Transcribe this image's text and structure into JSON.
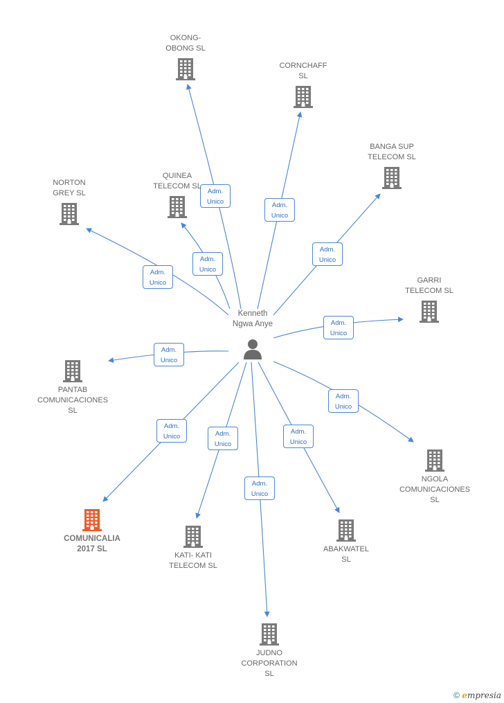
{
  "center": {
    "label_line1": "Kenneth",
    "label_line2": "Ngwa Anye"
  },
  "role": {
    "line1": "Adm.",
    "line2": "Unico"
  },
  "colors": {
    "edge": "#4a86d6",
    "company": "#7a7a7a",
    "highlight": "#f05a28",
    "person": "#6b6b6b"
  },
  "companies": [
    {
      "id": "okong",
      "lines": [
        "OKONG-",
        "OBONG  SL"
      ]
    },
    {
      "id": "cornchaff",
      "lines": [
        "CORNCHAFF",
        "SL"
      ]
    },
    {
      "id": "banga",
      "lines": [
        "BANGA SUP",
        "TELECOM  SL"
      ]
    },
    {
      "id": "quinea",
      "lines": [
        "QUINEA",
        "TELECOM  SL"
      ]
    },
    {
      "id": "norton",
      "lines": [
        "NORTON",
        "GREY  SL"
      ]
    },
    {
      "id": "garri",
      "lines": [
        "GARRI",
        "TELECOM  SL"
      ]
    },
    {
      "id": "pantab",
      "lines": [
        "PANTAB",
        "COMUNICACIONES",
        "SL"
      ]
    },
    {
      "id": "ngola",
      "lines": [
        "NGOLA",
        "COMUNICACIONES",
        "SL"
      ]
    },
    {
      "id": "comunicalia",
      "lines": [
        "COMUNICALIA",
        "2017  SL"
      ],
      "highlight": true
    },
    {
      "id": "kati",
      "lines": [
        "KATI- KATI",
        "TELECOM  SL"
      ]
    },
    {
      "id": "abakwatel",
      "lines": [
        "ABAKWATEL",
        "SL"
      ]
    },
    {
      "id": "judno",
      "lines": [
        "JUDNO",
        "CORPORATION",
        "SL"
      ]
    }
  ],
  "footer": {
    "copyright": "©",
    "brand_initial": "e",
    "brand_rest": "mpresia"
  }
}
